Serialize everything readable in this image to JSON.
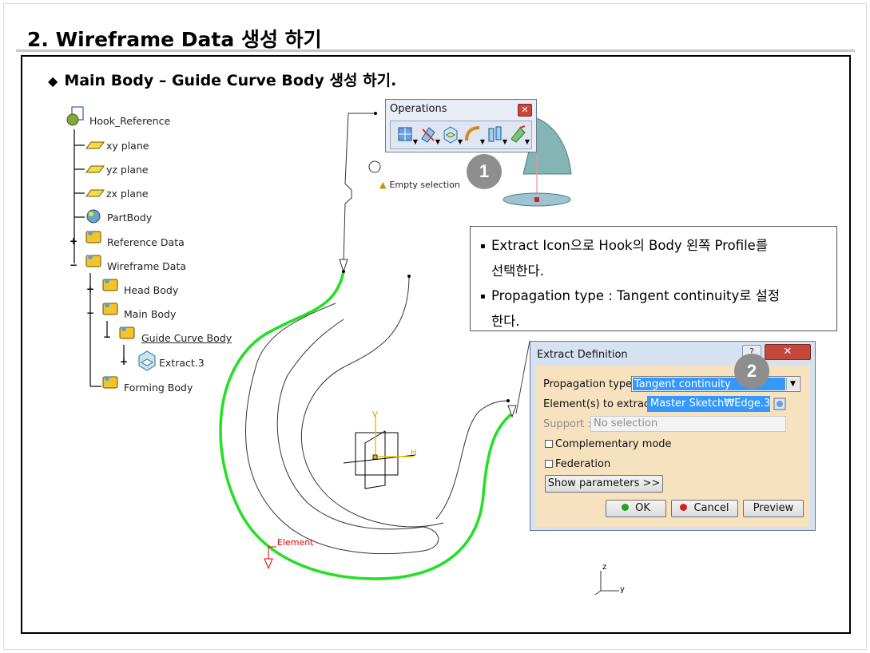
{
  "slide": {
    "title": "2. Wireframe Data 생성 하기",
    "subtitle_bullet": "◆",
    "subtitle": "Main Body – Guide Curve Body 생성 하기."
  },
  "tree": {
    "root": "Hook_Reference",
    "items": {
      "xy": "xy plane",
      "yz": "yz plane",
      "zx": "zx plane",
      "partbody": "PartBody",
      "reference": "Reference Data",
      "wireframe": "Wireframe Data",
      "head": "Head Body",
      "main": "Main Body",
      "guide": "Guide Curve Body",
      "extract": "Extract.3",
      "forming": "Forming Body"
    }
  },
  "toolbar": {
    "title": "Operations",
    "close": "✕"
  },
  "badges": {
    "one": "1",
    "two": "2"
  },
  "viewport": {
    "empty_selection": "Empty selection",
    "element_label": "Element",
    "axis_v": "V",
    "axis_h": "H",
    "axis_z": "z",
    "axis_y": "y"
  },
  "callout": {
    "bullet": "▪",
    "line1": "Extract Icon으로 Hook의 Body 왼쪽 Profile를",
    "line2": "선택한다.",
    "line3": "Propagation type : Tangent continuity로 설정",
    "line4": "한다."
  },
  "dialog": {
    "title": "Extract Definition",
    "help": "?",
    "close": "✕",
    "propagation_label": "Propagation type:",
    "propagation_value": "Tangent continuity",
    "elements_label": "Element(s) to extract:",
    "elements_value": "Master Sketch₩Edge.3",
    "support_label": "Support :",
    "support_value": "No selection",
    "complementary_label": "Complementary mode",
    "federation_label": "Federation",
    "show_params": "Show parameters >>",
    "ok": "OK",
    "cancel": "Cancel",
    "preview": "Preview"
  },
  "colors": {
    "curve_green": "#22e022",
    "badge_gray": "#8e8e8e",
    "selection_blue": "#3399ff",
    "dialog_body": "#f7e2c0"
  }
}
